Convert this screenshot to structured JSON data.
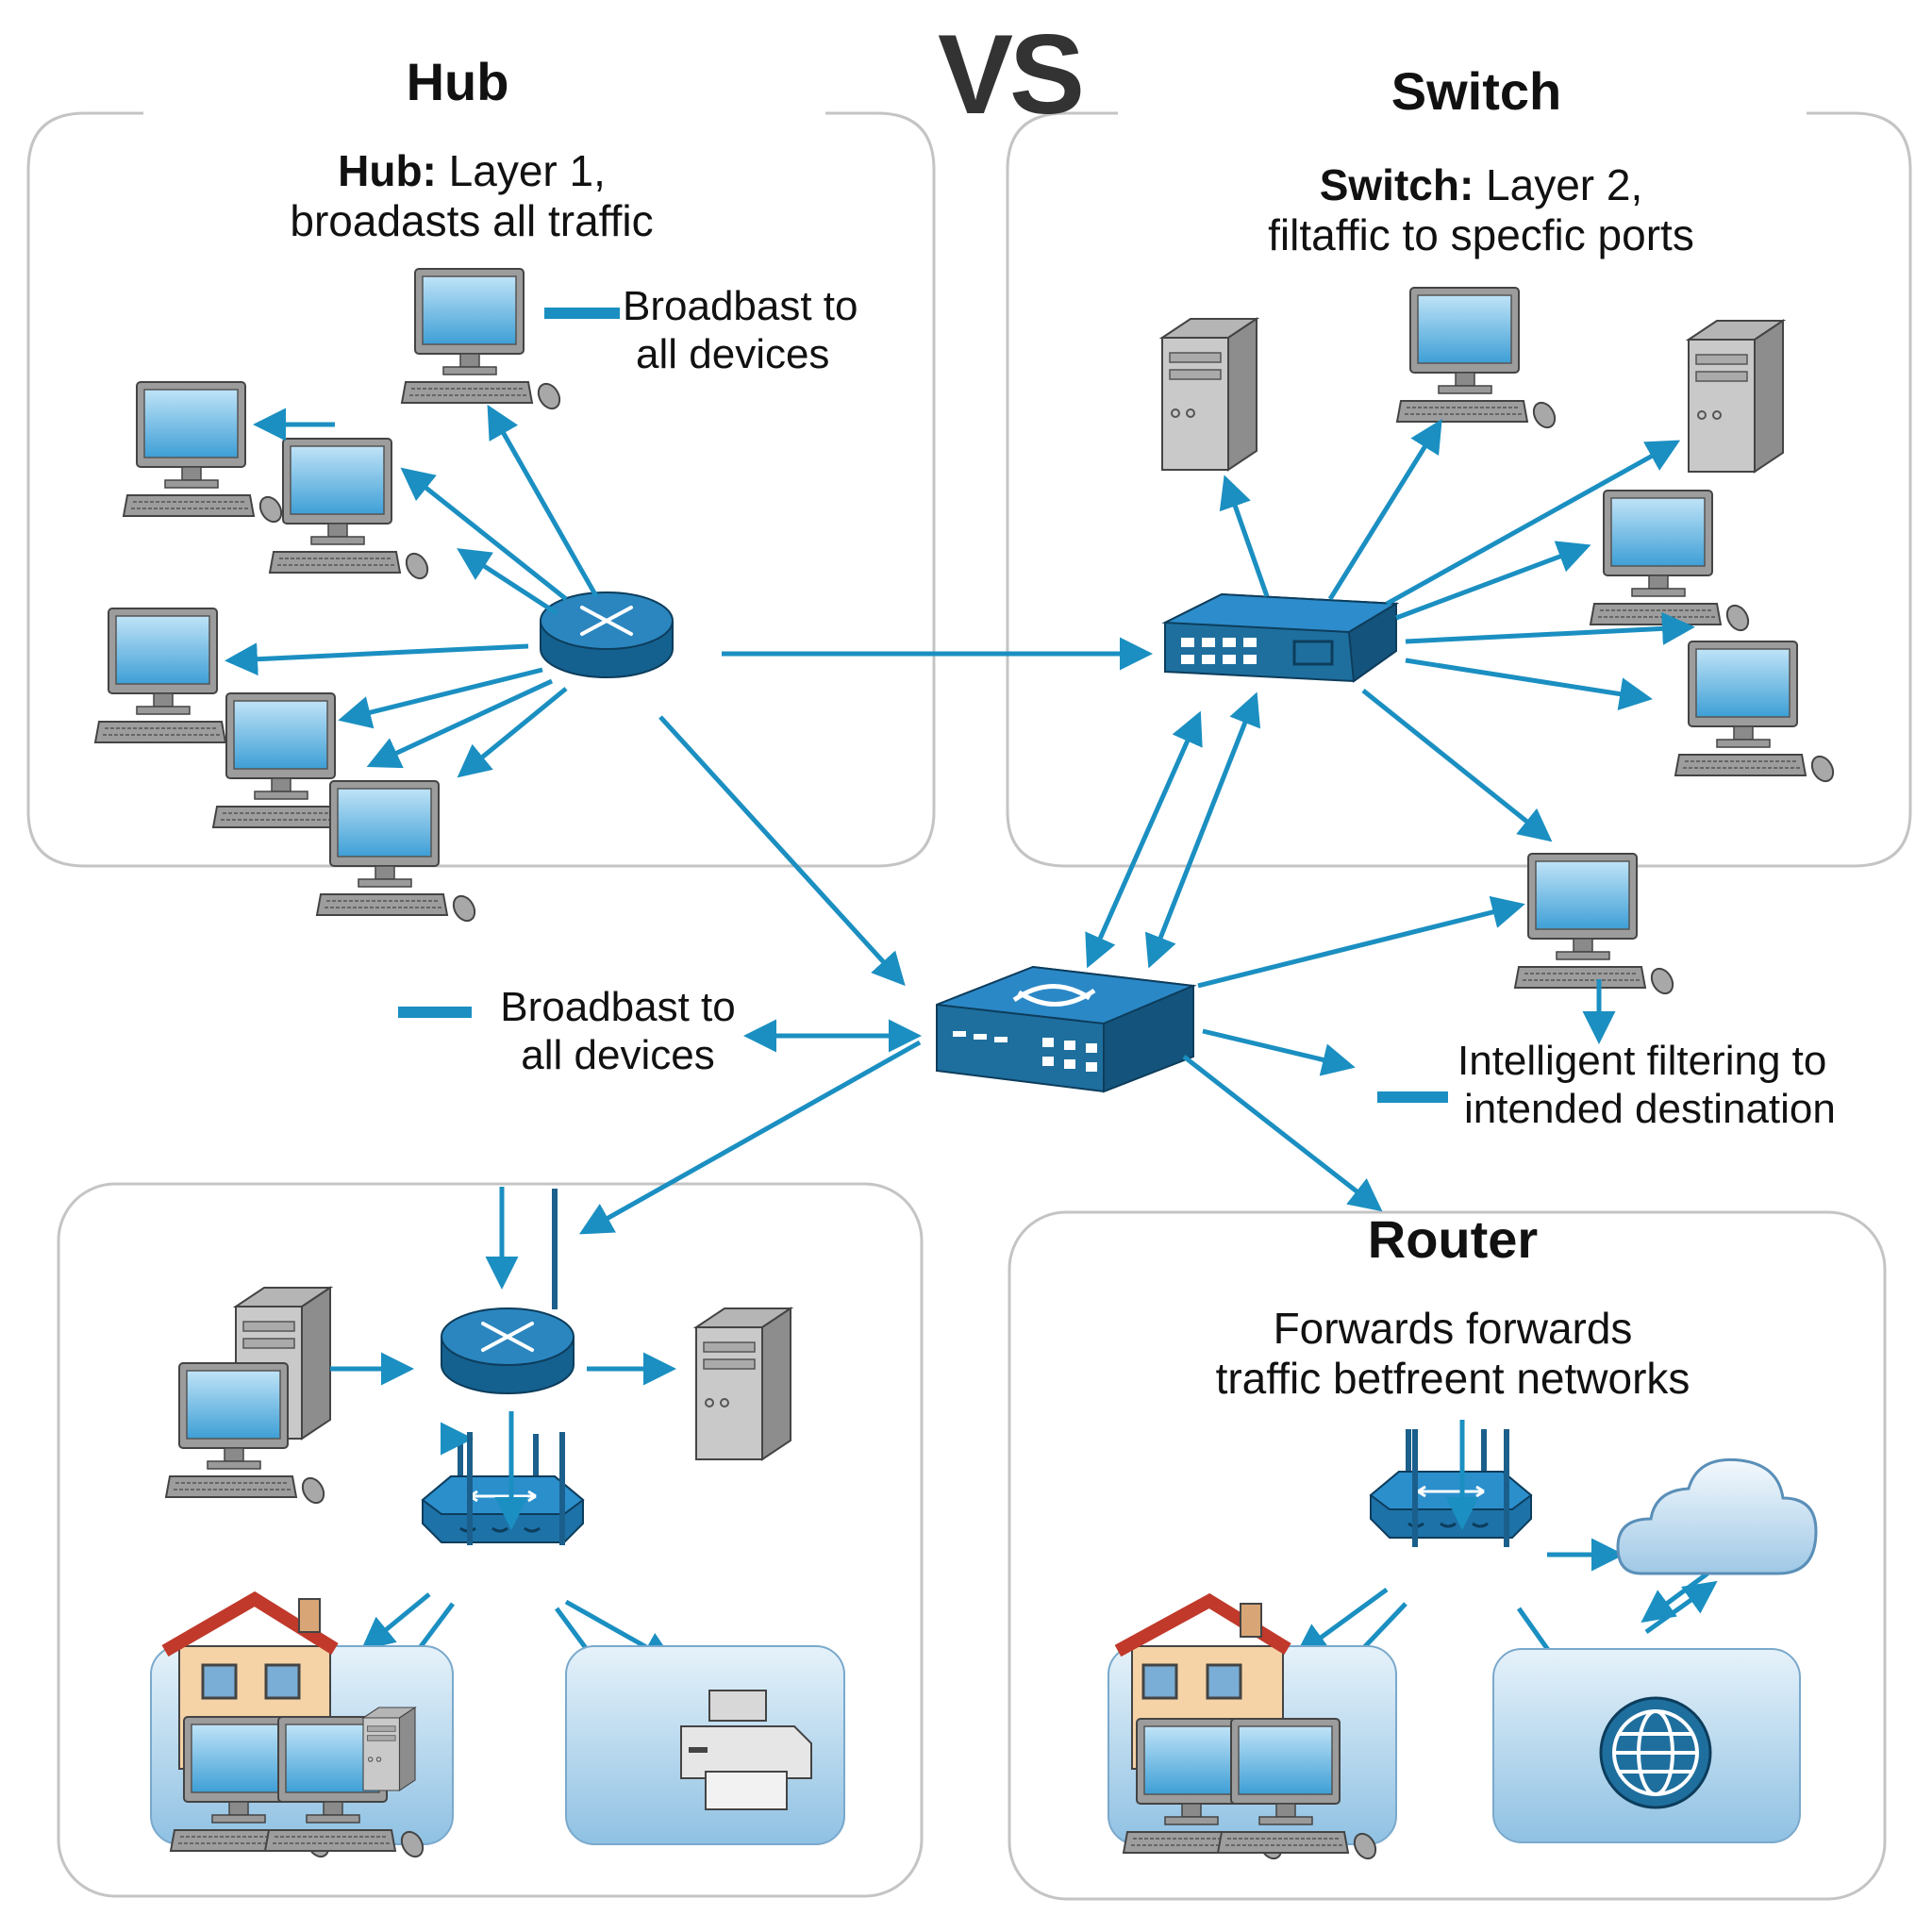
{
  "header": {
    "vs": "VS"
  },
  "hub_panel": {
    "title": "Hub",
    "desc_bold": "Hub:",
    "desc_rest": " Layer 1,",
    "desc_line2": "broadasts all traffic",
    "note_line1": "Broadbast to",
    "note_line2": "all devices"
  },
  "switch_panel": {
    "title": "Switch",
    "desc_bold": "Switch:",
    "desc_rest": " Layer 2,",
    "desc_line2": "filtaffic to specfic ports"
  },
  "center": {
    "left_note_line1": "Broadbast to",
    "left_note_line2": "all devices",
    "right_note_line1": "Intelligent filtering to",
    "right_note_line2": "intended destination"
  },
  "router_panel": {
    "title": "Router",
    "desc_line1": "Forwards forwards",
    "desc_line2": "traffic betfreent networks"
  },
  "colors": {
    "accent": "#1b8fc1",
    "device_blue": "#1e6f9e",
    "panel_border": "#c4c4c4",
    "roof": "#c0392b",
    "house_wall": "#f5d3a6"
  }
}
